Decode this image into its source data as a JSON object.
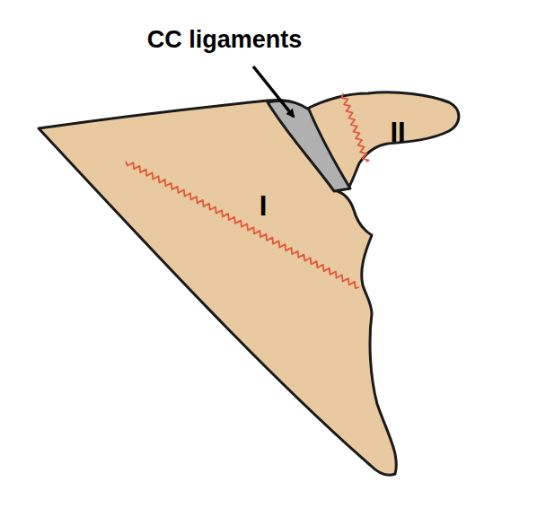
{
  "diagram": {
    "labels": [
      "CC ligaments",
      "I",
      "II"
    ]
  }
}
